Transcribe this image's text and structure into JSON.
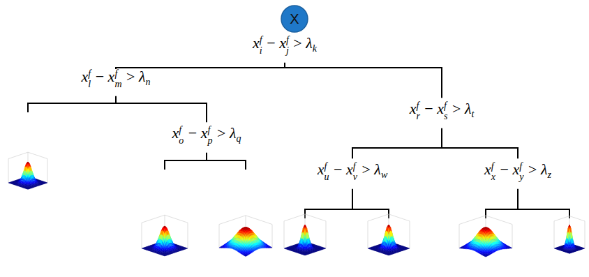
{
  "diagram": {
    "nodes": [
      {
        "text": [
          "X"
        ]
      }
    ],
    "labels": [
      "x_i^f − x_j^f > λ_k",
      "x_l^f − x_m^f > λ_n",
      "x_r^f − x_s^f > λ_t",
      "x_o^f − x_p^f > λ_q",
      "x_u^f − x_v^f > λ_w",
      "x_x^f − x_y^f > λ_z"
    ]
  }
}
